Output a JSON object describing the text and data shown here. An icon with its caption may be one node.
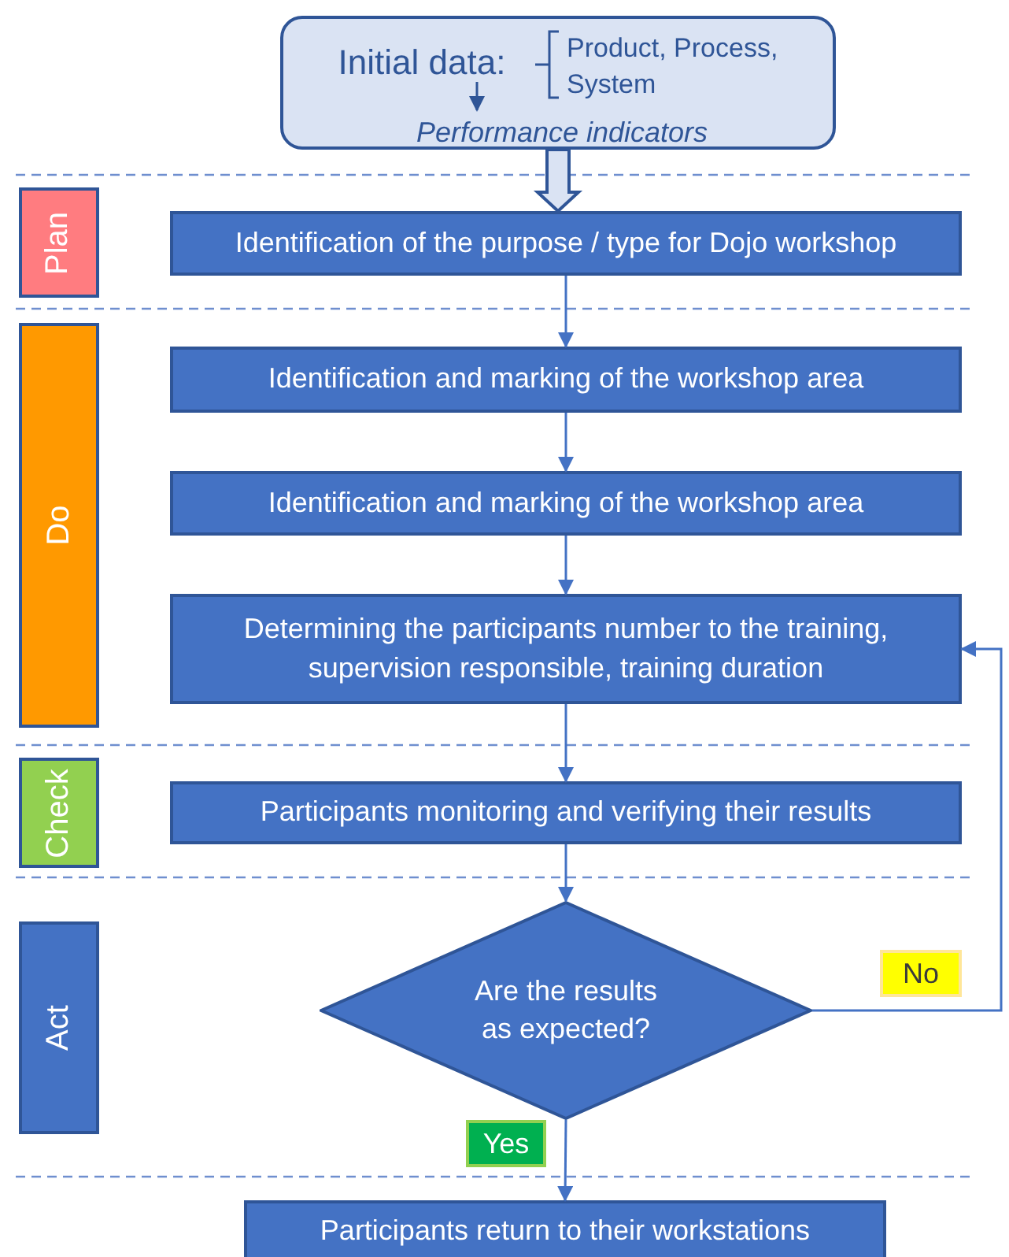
{
  "diagram": {
    "nodes": [
      {
        "text": [],
        "shape": "box"
      },
      {
        "text": [
          "Initial data:"
        ],
        "in": 0
      },
      {
        "text": [
          "Product, Process, System"
        ],
        "in": 0
      },
      {
        "text": [
          "Performance indicators"
        ],
        "in": 0
      },
      {
        "text": [
          "Plan"
        ]
      },
      {
        "text": [
          "Identification of the purpose / type for Dojo workshop"
        ]
      },
      {
        "text": [
          "Do"
        ]
      },
      {
        "text": [
          "Identification and marking of the workshop area"
        ]
      },
      {
        "text": [
          "Identification and marking of the workshop area"
        ]
      },
      {
        "text": [
          "Determining the participants number to the training, supervision responsible, training duration"
        ]
      },
      {
        "text": [
          "Check"
        ]
      },
      {
        "text": [
          "Participants monitoring and verifying their results"
        ]
      },
      {
        "text": [
          "Act"
        ]
      },
      {
        "text": [
          "Are the results as expected?"
        ]
      },
      {
        "text": [
          "Participants return to their workstations"
        ]
      }
    ],
    "edges": [
      {
        "from": 1,
        "to": 3,
        "arrow": "to"
      },
      {
        "from": 0,
        "to": 5,
        "arrow": "to",
        "style": "thick"
      },
      {
        "from": 5,
        "to": 7,
        "arrow": "to"
      },
      {
        "from": 7,
        "to": 8,
        "arrow": "to"
      },
      {
        "from": 8,
        "to": 9,
        "arrow": "to"
      },
      {
        "from": 9,
        "to": 11,
        "arrow": "to"
      },
      {
        "from": 11,
        "to": 13,
        "arrow": "to"
      },
      {
        "from": 13,
        "to": 9,
        "arrow": "to",
        "label": "No"
      },
      {
        "from": 13,
        "to": 14,
        "arrow": "to",
        "label": "Yes"
      }
    ]
  }
}
